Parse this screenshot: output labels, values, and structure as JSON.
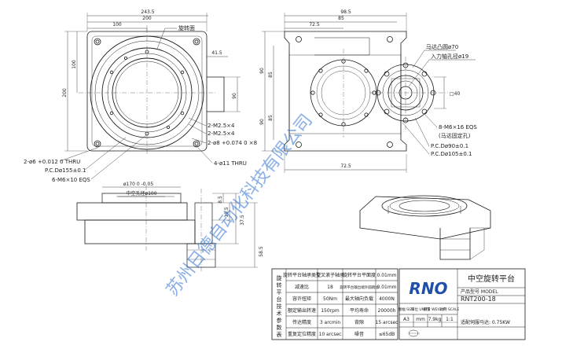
{
  "front_view": {
    "dim_overall": "243.5",
    "dim_200": "200",
    "dim_100": "100",
    "dim_v100": "100",
    "dim_v200": "200",
    "dim_41_5": "41.5",
    "dim_90": "90",
    "label_turntable": "旋转面",
    "label_m2_1": "2-M2.5×4",
    "label_m2_2": "2-M2.5×4",
    "label_pin_hole": "2-ø8 +0.074 0 ×8",
    "label_thru_left": "2-ø6 +0.012 0 THRU",
    "label_pcd": "P.C.Dø155±0.1",
    "label_m6_10": "6-M6×10 EQS",
    "label_thru_right": "4-ø11 THRU"
  },
  "side_view": {
    "dim_98_5": "98.5",
    "dim_85": "85",
    "dim_72_5_top": "72.5",
    "dim_72_5_bottom": "72.5",
    "dim_v90": "90",
    "dim_v85": "85",
    "dim_v90_b": "90",
    "dim_v85_b": "85",
    "label_flange": "马达凸圆ø70",
    "label_input": "入力轴孔径ø19",
    "label_square": "□40",
    "label_m6_16": "8-M6×16 EQS",
    "label_motor_hole": "(马达固定孔)",
    "label_pcd90": "P.C.Dø90±0.1",
    "label_pcd105": "P.C.Dø105±0.1"
  },
  "section_view": {
    "label_d170": "ø170 0 -0.05",
    "label_center_hole": "中空孔径ø100",
    "dim_8_5": "8.5",
    "dim_19_5": "19.5",
    "dim_37_5": "37.5",
    "dim_58_5": "58.5"
  },
  "table": {
    "side_title": "旋转平台技术参数表",
    "rows": [
      {
        "c1": "旋转平台轴承类型",
        "c2": "交叉滚子轴承",
        "c3": "旋转平台平面度",
        "c4": "0.01mm"
      },
      {
        "c1": "减速比",
        "c2": "18",
        "c3": "旋转平台输出端外圆跳动",
        "c4": "0.01mm"
      },
      {
        "c1": "容许扭矩",
        "c2": "50Nm",
        "c3": "最大轴向负载",
        "c4": "4000N"
      },
      {
        "c1": "额定输出转速",
        "c2": "150rpm",
        "c3": "平均寿命",
        "c4": "20000h"
      },
      {
        "c1": "传达精度",
        "c2": "3 arcmin",
        "c3": "背隙",
        "c4": "15 arcsec"
      },
      {
        "c1": "重复定位精度",
        "c2": "10 arcsec",
        "c3": "噪音",
        "c4": "≤65dB"
      }
    ]
  },
  "title_block": {
    "logo": "RNO",
    "product_name": "中空旋转平台",
    "model_label": "产品型号 MODEL",
    "model": "RNT200-18",
    "size_label": "图幅 SIZE",
    "size": "A3",
    "unit_label": "单位 UNITS",
    "unit": "mm",
    "weight_label": "重量 WEIGHT",
    "weight": "7.9kg",
    "scale_label": "比例 SCALE",
    "scale": "1:1",
    "motor_note": "适配伺服马达: 0.75KW"
  },
  "watermark": {
    "line1": "苏州日德自动化科技有限公司"
  },
  "colors": {
    "line": "#1a1a1a",
    "watermark": "#2a6fd0",
    "logo_blue": "#1f4fa8"
  }
}
